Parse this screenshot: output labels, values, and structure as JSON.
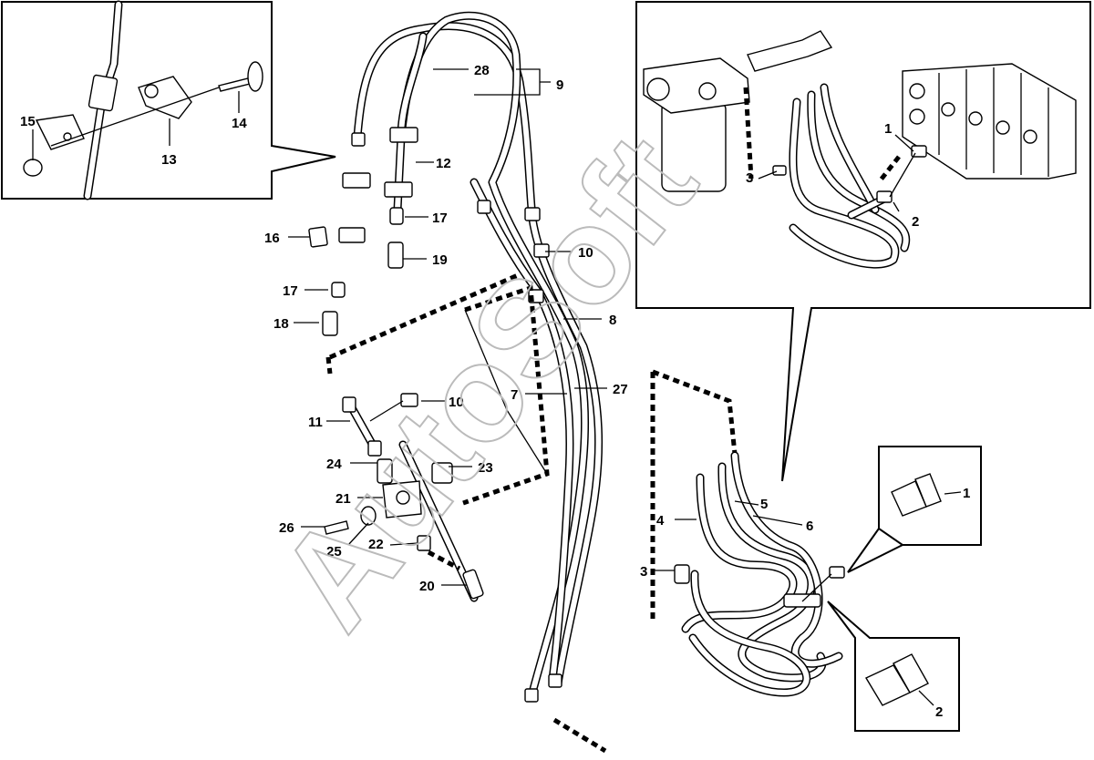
{
  "watermark": "AutoSoft",
  "labels": {
    "l1": "1",
    "l1b": "1",
    "l2": "2",
    "l2b": "2",
    "l3": "3",
    "l3b": "3",
    "l4": "4",
    "l5": "5",
    "l6": "6",
    "l7": "7",
    "l8": "8",
    "l9": "9",
    "l10": "10",
    "l10b": "10",
    "l11": "11",
    "l12": "12",
    "l13": "13",
    "l14": "14",
    "l15": "15",
    "l16": "16",
    "l17": "17",
    "l17b": "17",
    "l18": "18",
    "l19": "19",
    "l20": "20",
    "l21": "21",
    "l22": "22",
    "l23": "23",
    "l24": "24",
    "l25": "25",
    "l26": "26",
    "l27": "27",
    "l28": "28"
  }
}
